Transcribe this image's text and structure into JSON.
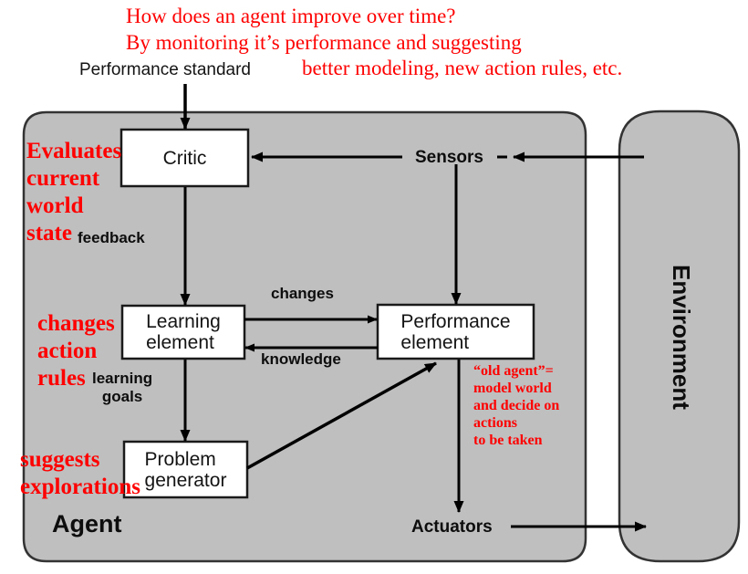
{
  "annotations": {
    "top_note_lines": [
      "How does an agent improve over time?",
      "By monitoring it’s performance and suggesting",
      "better modeling, new action rules, etc."
    ],
    "critic_note": "Evaluates\ncurrent\nworld\nstate",
    "learning_note": "changes\naction\nrules",
    "problem_note": "suggests\nexplorations",
    "performance_note": "“old agent”=\nmodel world\nand decide on\nactions\nto be taken",
    "color": "#fe0000"
  },
  "diagram": {
    "outer": {
      "agent_label": "Agent",
      "environment_label": "Environment",
      "fill": "#bfbfbf",
      "stroke": "#2b2b2b"
    },
    "boxes": [
      {
        "id": "critic",
        "label": "Critic"
      },
      {
        "id": "learning-element",
        "label": "Learning\nelement"
      },
      {
        "id": "performance-element",
        "label": "Performance\nelement"
      },
      {
        "id": "problem-generator",
        "label": "Problem\ngenerator"
      }
    ],
    "edge_labels": [
      {
        "id": "performance-standard",
        "text": "Performance standard"
      },
      {
        "id": "feedback",
        "text": "feedback"
      },
      {
        "id": "changes",
        "text": "changes"
      },
      {
        "id": "knowledge",
        "text": "knowledge"
      },
      {
        "id": "learning-goals",
        "text": "learning\ngoals"
      },
      {
        "id": "sensors",
        "text": "Sensors"
      },
      {
        "id": "actuators",
        "text": "Actuators"
      }
    ]
  }
}
